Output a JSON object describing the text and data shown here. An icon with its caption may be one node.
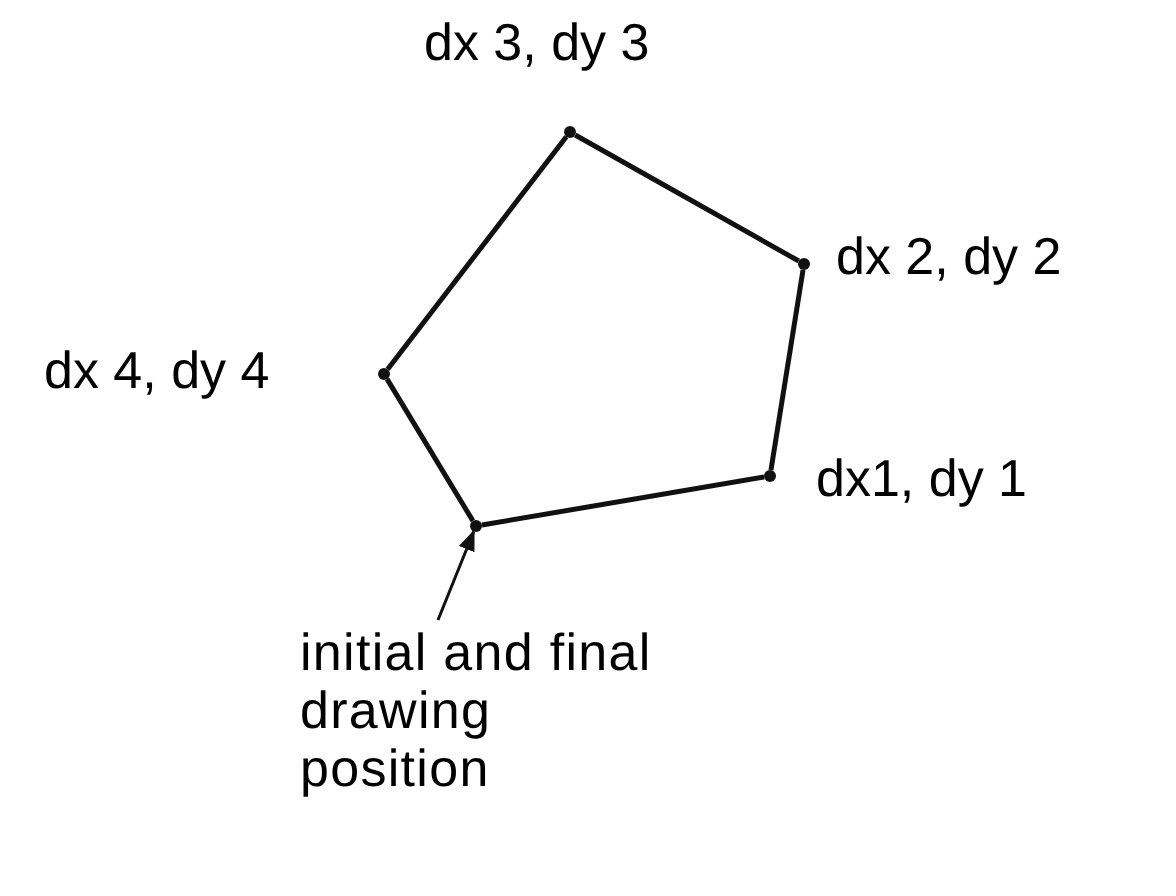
{
  "diagram": {
    "nodes": [
      {
        "text": [],
        "shape": "circle"
      },
      {
        "text": [],
        "shape": "circle",
        "beside": [
          "dx1, dy 1"
        ]
      },
      {
        "text": [],
        "shape": "circle",
        "beside": [
          "dx 2, dy 2"
        ]
      },
      {
        "text": [],
        "shape": "circle",
        "beside": [
          "dx 3, dy 3"
        ]
      },
      {
        "text": [],
        "shape": "circle",
        "beside": [
          "dx 4, dy 4"
        ]
      },
      {
        "text": [
          "initial and final drawing position"
        ]
      }
    ],
    "edges": [
      {
        "from": 0,
        "to": 1,
        "arrow": "none"
      },
      {
        "from": 1,
        "to": 2,
        "arrow": "none"
      },
      {
        "from": 2,
        "to": 3,
        "arrow": "none"
      },
      {
        "from": 3,
        "to": 4,
        "arrow": "none"
      },
      {
        "from": 4,
        "to": 0,
        "arrow": "none"
      },
      {
        "from": 5,
        "to": 0,
        "arrow": "to"
      }
    ]
  }
}
